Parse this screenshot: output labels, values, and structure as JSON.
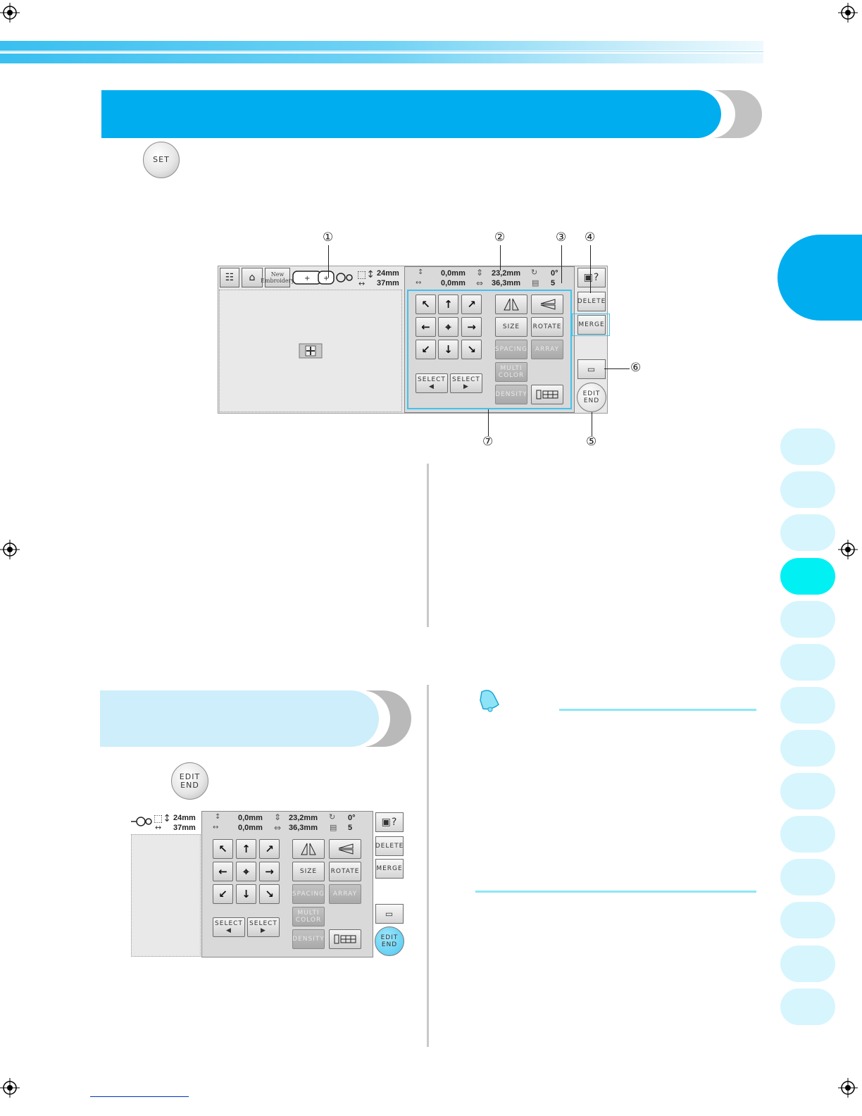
{
  "set_button": {
    "label": "SET"
  },
  "edit_end_button": {
    "line1": "EDIT",
    "line2": "END"
  },
  "callouts": [
    "①",
    "②",
    "③",
    "④",
    "⑤",
    "⑥",
    "⑦"
  ],
  "screen": {
    "new_embroidery": [
      "New",
      "Embroidery"
    ],
    "size_height": "24mm",
    "size_width": "37mm",
    "pos_v": "0,0mm",
    "pos_h": "0,0mm",
    "height_val": "23,2mm",
    "width_val": "36,3mm",
    "angle": "0°",
    "colors": "5",
    "buttons": {
      "delete": "DELETE",
      "merge": "MERGE",
      "size": "SIZE",
      "rotate": "ROTATE",
      "spacing": "SPACING",
      "array": "ARRAY",
      "multi_color": [
        "MULTI",
        "COLOR"
      ],
      "density": "DENSITY",
      "select": "SELECT",
      "edit_end": [
        "EDIT",
        "END"
      ]
    },
    "arrows": [
      "↖",
      "↑",
      "↗",
      "←",
      "⌖",
      "→",
      "↙",
      "↓",
      "↘"
    ]
  },
  "colors": {
    "title_bar": "#00adef",
    "side_tab": "#d7f5fd",
    "side_tab_active": "#00f0f4",
    "subtitle_bar": "#cdeefa",
    "highlight": "#3fc3ee",
    "edit_end_active": "#4cc8f2"
  },
  "icons": {
    "list": "list-icon",
    "sewing": "sewing-machine-icon",
    "help": "help-icon",
    "preview": "preview-icon",
    "thread": "thread-spool-icon",
    "memo": "memo-bell-icon"
  }
}
